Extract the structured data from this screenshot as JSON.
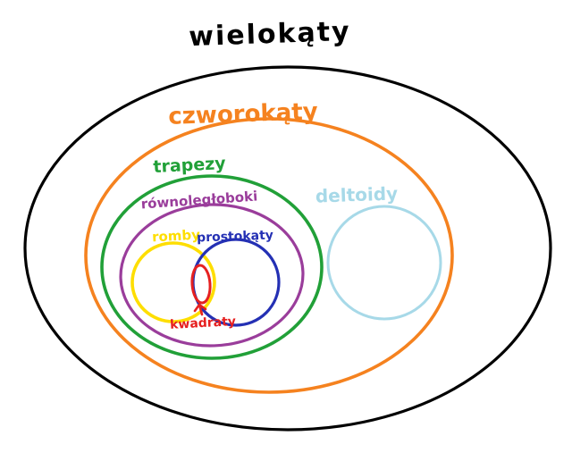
{
  "diagram": {
    "kind": "euler-set-diagram",
    "title": "wielokąty",
    "sets": [
      {
        "id": "wielokaty",
        "label": "wielokąty",
        "color": "#000000",
        "parent": null
      },
      {
        "id": "czworokaty",
        "label": "czworokąty",
        "color": "#f5821f",
        "parent": "wielokaty"
      },
      {
        "id": "trapezy",
        "label": "trapezy",
        "color": "#21a038",
        "parent": "czworokaty"
      },
      {
        "id": "rownolegloboki",
        "label": "równoległoboki",
        "color": "#9a3d9b",
        "parent": "trapezy"
      },
      {
        "id": "romby",
        "label": "romby",
        "color": "#fede00",
        "parent": "rownolegloboki"
      },
      {
        "id": "prostokaty",
        "label": "prostokąty",
        "color": "#2430b4",
        "parent": "rownolegloboki"
      },
      {
        "id": "kwadraty",
        "label": "kwadraty",
        "color": "#e62020",
        "parent": "intersection(romby, prostokąty)"
      },
      {
        "id": "deltoidy",
        "label": "deltoidy",
        "color": "#a7d9e8",
        "parent": "czworokaty"
      }
    ]
  }
}
